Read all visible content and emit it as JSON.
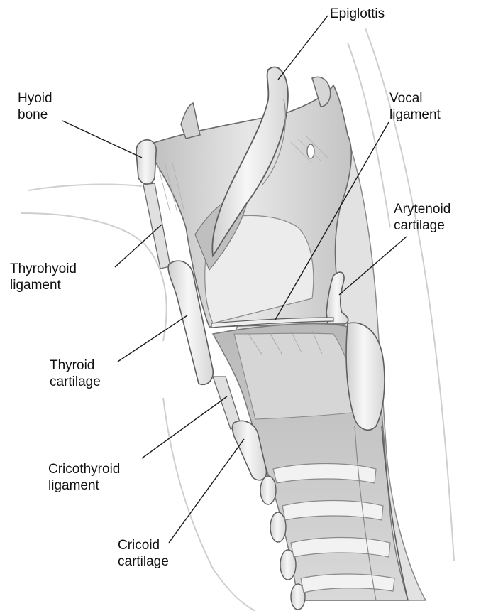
{
  "labels": {
    "epiglottis": [
      "Epiglottis"
    ],
    "hyoid_bone": [
      "Hyoid",
      "bone"
    ],
    "vocal_ligament": [
      "Vocal",
      "ligament"
    ],
    "arytenoid_cartilage": [
      "Arytenoid",
      "cartilage"
    ],
    "thyrohyoid_ligament": [
      "Thyrohyoid",
      "ligament"
    ],
    "thyroid_cartilage": [
      "Thyroid",
      "cartilage"
    ],
    "cricothyroid_ligament": [
      "Cricothyroid",
      "ligament"
    ],
    "cricoid_cartilage": [
      "Cricoid",
      "cartilage"
    ]
  },
  "colors": {
    "background": "#ffffff",
    "tissue_light": "#f4f4f4",
    "tissue_mid": "#d4d4d4",
    "tissue_dark": "#9c9c9c",
    "outline": "#6a6a6a",
    "leader_line": "#1a1a1a",
    "text": "#111111"
  }
}
